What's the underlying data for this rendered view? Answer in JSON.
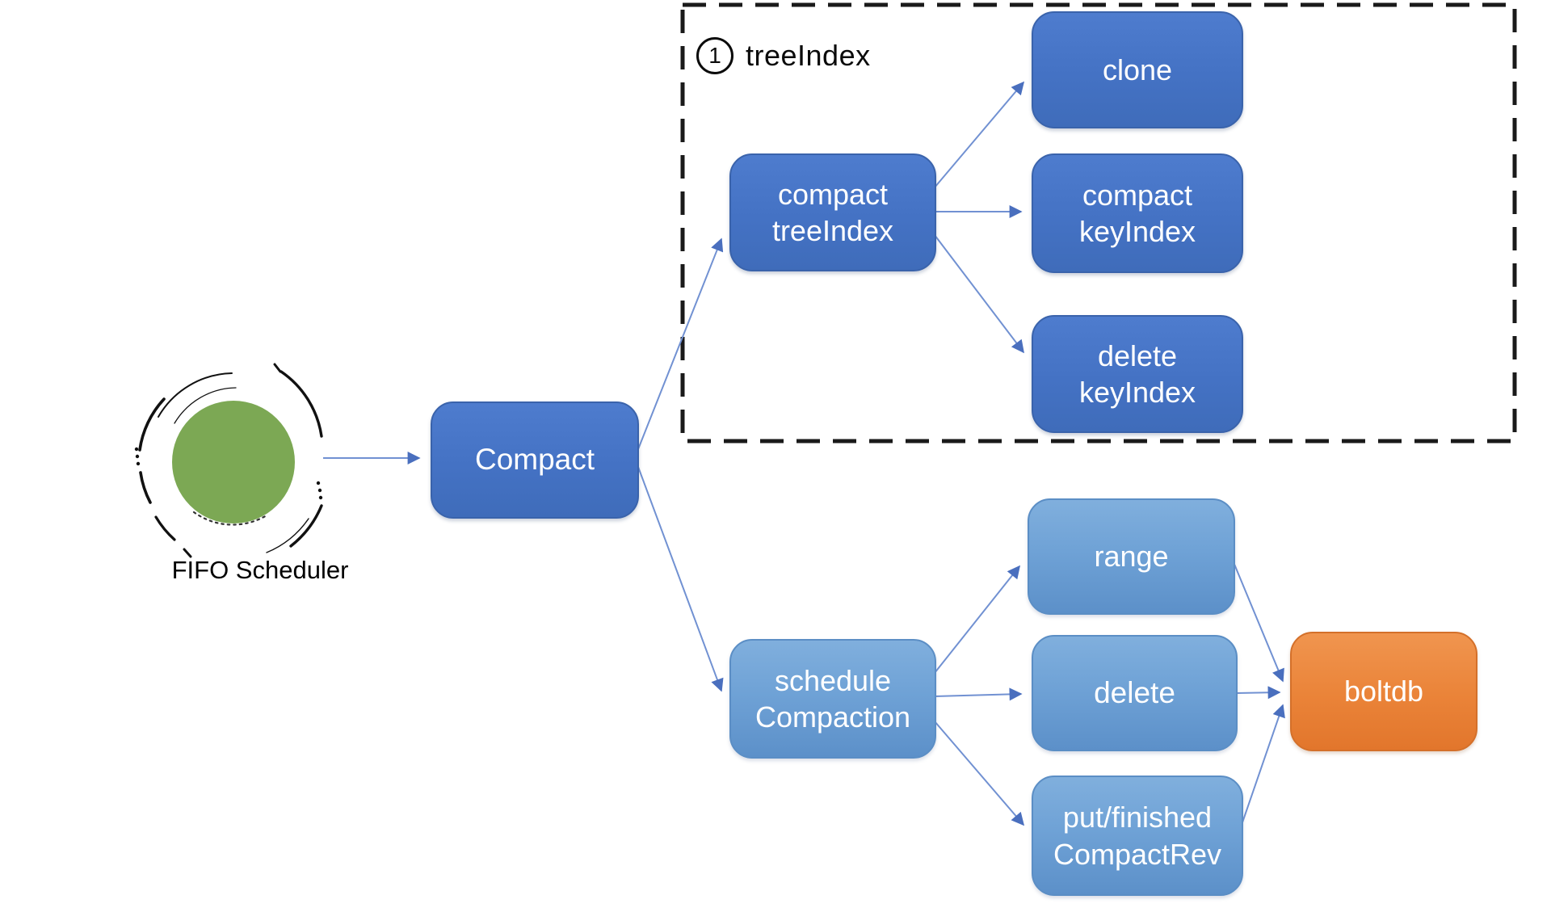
{
  "diagram": {
    "scheduler": {
      "label": "FIFO Scheduler"
    },
    "group": {
      "number": "1",
      "label": "treeIndex"
    },
    "nodes": {
      "compact": {
        "label": "Compact"
      },
      "compact_tree_index": {
        "label": "compact\ntreeIndex"
      },
      "clone": {
        "label": "clone"
      },
      "compact_key_index": {
        "label": "compact\nkeyIndex"
      },
      "delete_key_index": {
        "label": "delete\nkeyIndex"
      },
      "schedule_compaction": {
        "label": "schedule\nCompaction"
      },
      "range": {
        "label": "range"
      },
      "delete": {
        "label": "delete"
      },
      "put_finished_compact_rev": {
        "label": "put/finished\nCompactRev"
      },
      "boltdb": {
        "label": "boltdb"
      }
    },
    "colors": {
      "dark_blue": "#4472c4",
      "light_blue": "#6a9fd6",
      "orange": "#ed7d31",
      "green": "#7ca854",
      "arrow": "#7191d2",
      "outline": "#1a1a1a"
    }
  }
}
